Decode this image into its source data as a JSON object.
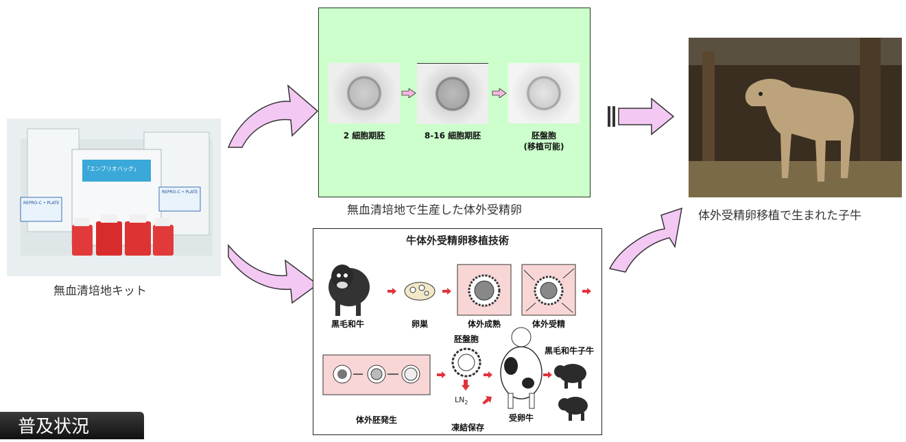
{
  "captions": {
    "kit": "無血清培地キット",
    "green_panel": "無血清培地で生産した体外受精卵",
    "calf": "体外受精卵移植で生まれた子牛"
  },
  "kit_photo_labels": {
    "bag_center": "「エンブリオバッグ」",
    "bag_left": "REPRO-C • PLATE",
    "bag_right": "REPRO-C • PLATE"
  },
  "embryo_stages": [
    {
      "label": "2 細胞期胚"
    },
    {
      "label": "8-16 細胞期胚"
    },
    {
      "label": "胚盤胞",
      "sub": "(移植可能)"
    }
  ],
  "tech": {
    "title": "牛体外受精卵移植技術",
    "step_cow": "黒毛和牛",
    "step_ovary": "卵巣",
    "step_maturation": "体外成熟",
    "step_fertilization": "体外受精",
    "step_development": "体外胚発生",
    "blastocyst": "胚盤胞",
    "ln2": "LN",
    "ln2_sub": "2",
    "frozen": "凍結保存",
    "recipient": "受卵牛",
    "calves": "黒毛和牛子牛"
  },
  "badge": "普及状況",
  "colors": {
    "green_panel": "#ccffcc",
    "arrow_fill": "#f3c8f3",
    "arrow_stroke": "#333333",
    "small_arrow": "#e0323a",
    "dish_fill": "#f9d6d6"
  }
}
